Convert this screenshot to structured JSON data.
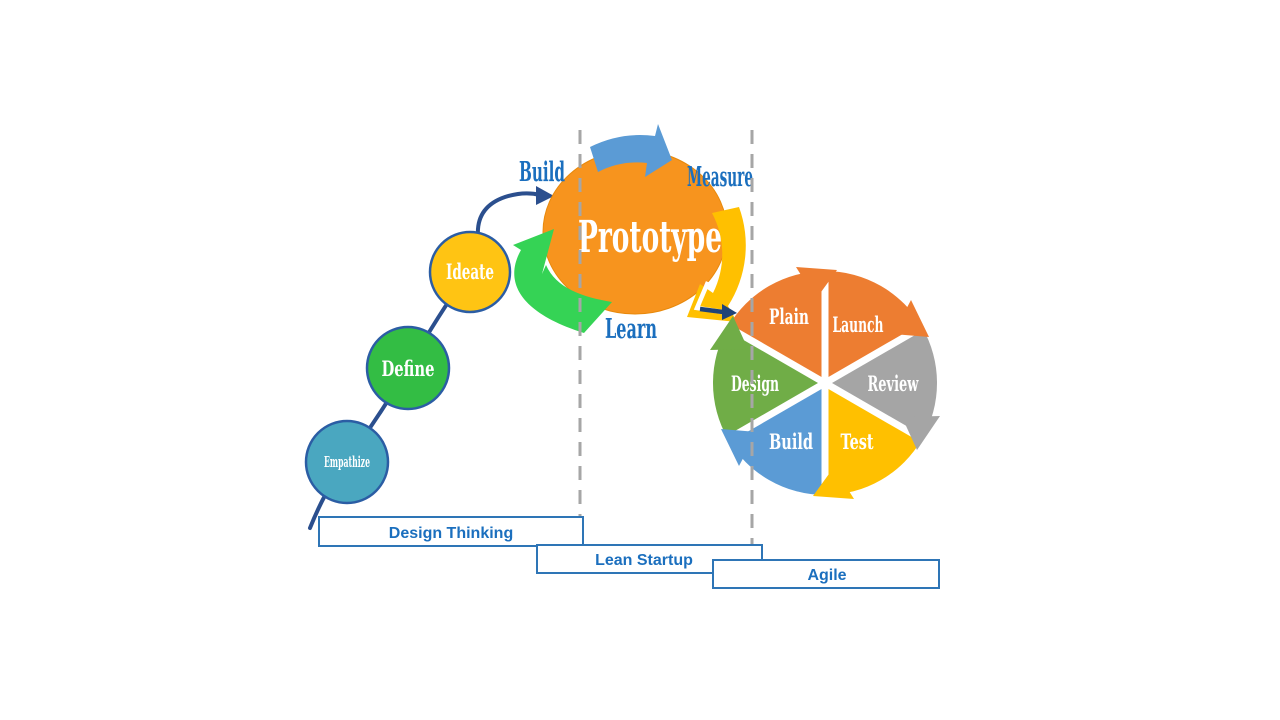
{
  "phases": {
    "design_thinking": {
      "label": "Design Thinking",
      "steps": [
        {
          "label": "Empathize",
          "color": "#4AA7C0"
        },
        {
          "label": "Define",
          "color": "#33BD44"
        },
        {
          "label": "Ideate",
          "color": "#FFC413"
        }
      ]
    },
    "lean_startup": {
      "label": "Lean Startup",
      "center": {
        "label": "Prototype",
        "color": "#F7941E"
      },
      "loop": {
        "build": "Build",
        "measure": "Measure",
        "learn": "Learn"
      },
      "arrows": {
        "top": "#5B9BD5",
        "right": "#FFC000",
        "left": "#35D355"
      }
    },
    "agile": {
      "label": "Agile",
      "segments": [
        {
          "label": "Plain",
          "color": "#ED7D31"
        },
        {
          "label": "Launch",
          "color": "#ED7D31"
        },
        {
          "label": "Review",
          "color": "#A5A5A5"
        },
        {
          "label": "Test",
          "color": "#FFC000"
        },
        {
          "label": "Build",
          "color": "#5B9BD5"
        },
        {
          "label": "Design",
          "color": "#70AD47"
        }
      ]
    }
  },
  "colors": {
    "loop_text": "#1B6FBE",
    "connector": "#2B4F8E",
    "dashed_line": "#A6A6A6",
    "box_border": "#2E75B6",
    "box_text": "#1B6FBE",
    "circle_stroke": "#2B5DA4",
    "step_text": "#FFFFFF"
  }
}
